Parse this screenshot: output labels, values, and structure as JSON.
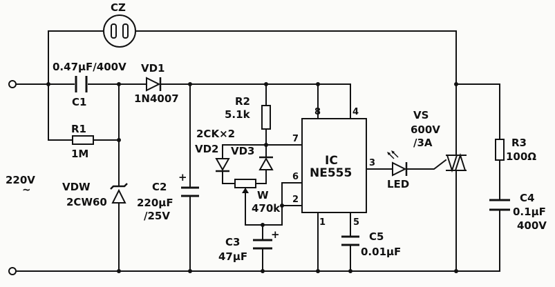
{
  "circuit": {
    "supply": {
      "voltage_label": "220V",
      "tilde": "~"
    },
    "socket": {
      "ref": "CZ"
    },
    "C1": {
      "ref": "C1",
      "value": "0.47μF/400V"
    },
    "R1": {
      "ref": "R1",
      "value": "1M"
    },
    "VD1": {
      "ref": "VD1",
      "value": "1N4007"
    },
    "VDW": {
      "ref": "VDW",
      "value": "2CW60"
    },
    "C2": {
      "ref": "C2",
      "value": "220μF",
      "voltage": "/25V",
      "polarity": "+"
    },
    "R2": {
      "ref": "R2",
      "value": "5.1k"
    },
    "diodes": {
      "group_label": "2CK×2",
      "vd2": "VD2",
      "vd3": "VD3"
    },
    "W": {
      "ref": "W",
      "value": "470k"
    },
    "C3": {
      "ref": "C3",
      "value": "47μF",
      "polarity": "+"
    },
    "IC": {
      "line1": "IC",
      "line2": "NE555",
      "pins": [
        "8",
        "4",
        "7",
        "6",
        "2",
        "3",
        "1",
        "5"
      ]
    },
    "C5": {
      "ref": "C5",
      "value": "0.01μF"
    },
    "LED": {
      "ref": "LED"
    },
    "VS": {
      "ref": "VS",
      "rating1": "600V",
      "rating2": "/3A"
    },
    "R3": {
      "ref": "R3",
      "value": "100Ω"
    },
    "C4": {
      "ref": "C4",
      "value": "0.1μF",
      "voltage": "400V"
    }
  }
}
